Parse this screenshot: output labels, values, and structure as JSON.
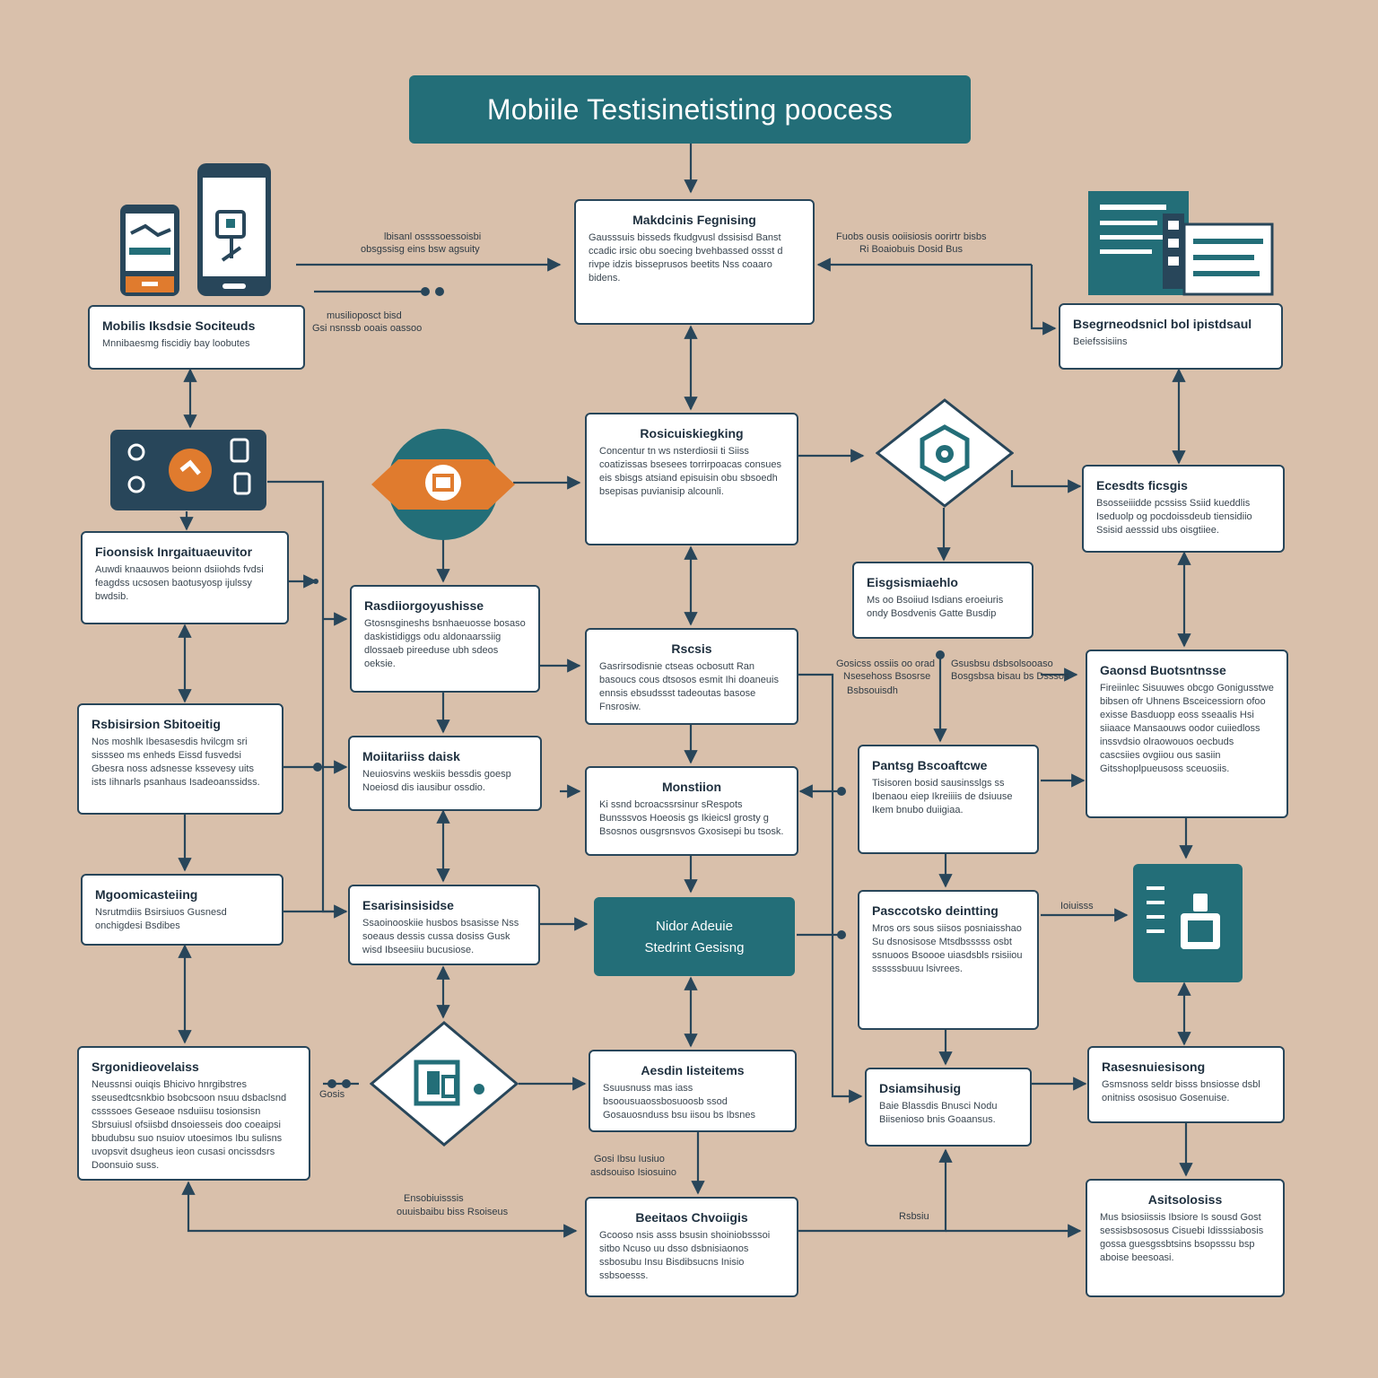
{
  "title": "Mobiile Testisinetisting poocess",
  "nodes": {
    "n_top": {
      "title": "Mobiile Testisinetisting poocess"
    },
    "n_center_top": {
      "title": "Makdcinis Fegnising",
      "body": "Gausssuis bisseds fkudgvusl dssisisd Banst ccadic irsic obu soecing bvehbassed ossst d rivpe idzis bisseprusos beetits Nss coaaro bidens."
    },
    "n_left_sources": {
      "title": "Mobilis Iksdsie Sociteuds",
      "body": "Mnnibaesmg fiscidiy bay loobutes"
    },
    "n_right_top": {
      "title": "Bsegrneodsnicl bol ipistdsaul",
      "body": "Beiefssisiins"
    },
    "n_center_2": {
      "title": "Rosicuiskiegking",
      "body": "Concentur tn ws nsterdiosii ti Siiss coatizissas bsesees torrirpoacas consues eis sbisgs atsiand episuisin obu sbsoedh bsepisas puvianisip alcounli."
    },
    "n_right_2": {
      "title": "Ecesdts ficsgis",
      "body": "Bsosseiiidde pcssiss Ssiid kueddlis Iseduolp og pocdoissdeub tiensidiio Ssisid aesssid ubs oisgtiiee."
    },
    "n_left_2": {
      "title": "Fioonsisk Inrgaituaeuvitor",
      "body": "Auwdi knaauwos beionn dsiiohds fvdsi feagdss ucsosen baotusyosp ijulssy bwdsib."
    },
    "n_mid_2": {
      "title": "Rasdiiorgoyushisse",
      "body": "Gtosnsgineshs bsnhaeuosse bosaso daskistidiggs odu aldonaarssiig dlossaeb pireeduse ubh sdeos oeksie."
    },
    "n_right_mid": {
      "title": "Eisgsismiaehlo",
      "body": "Ms oo Bsoiiud Isdians eroeiuris ondy Bosdvenis Gatte Busdip"
    },
    "n_center_3": {
      "title": "Rscsis",
      "body": "Gasrirsodisnie ctseas ocbosutt Ran basoucs cous dtsosos esmit Ihi doaneuis ennsis ebsudssst tadeoutas basose Fnsrosiw."
    },
    "n_right_3": {
      "title": "Gaonsd Buotsntnsse",
      "body": "Fireiinlec Sisuuwes obcgo Gonigusstwe bibsen ofr Uhnens Bsceicessiorn ofoo exisse Basduopp eoss sseaalis Hsi siiaace Mansaouws oodor cuiiedloss inssvdsio olraowouos oecbuds cascsiies ovgiiou ous sasiin Gitsshoplpueusoss sceuosiis."
    },
    "n_left_3": {
      "title": "Rsbisirsion Sbitoeitig",
      "body": "Nos moshlk Ibesasesdis hvilcgm sri sissseo ms enheds Eissd fusvedsi Gbesra noss adsnesse kssevesy uits ists Iihnarls psanhaus Isadeoanssidss."
    },
    "n_mid_3": {
      "title": "Moiitariiss daisk",
      "body": "Neuiosvins weskiis bessdis goesp Noeiosd dis iausibur ossdio."
    },
    "n_center_4": {
      "title": "Monstiion",
      "body": "Ki ssnd bcroacssrsinur sRespots Bunsssvos Hoeosis gs Ikieicsl grosty g Bsosnos ousgrsnsvos Gxosisepi bu tsosk."
    },
    "n_right_4": {
      "title": "Pantsg Bscoaftcwe",
      "body": "Tisisoren bosid sausinsslgs ss Ibenaou eiep Ikreiiiis de dsiuuse Ikem bnubo duiigiaa."
    },
    "n_left_4": {
      "title": "Mgoomicasteiing",
      "body": "Nsrutmdiis Bsirsiuos Gusnesd onchigdesi Bsdibes"
    },
    "n_mid_4": {
      "title": "Esarisinsisidse",
      "body": "Ssaoinooskiie husbos bsasisse Nss soeaus dessis cussa dosiss Gusk wisd Ibseesiiu bucusiose."
    },
    "n_center_dark": {
      "title": "Nidor Adeuie",
      "subtitle": "Stedrint Gesisng"
    },
    "n_right_5": {
      "title": "Pasccotsko deintting",
      "body": "Mros ors sous siisos posniaisshao Su dsnosisose Mtsdbsssss osbt ssnuoos Bsoooe uiasdsbls rsisiiou ssssssbuuu lsivrees."
    },
    "n_left_5": {
      "title": "Srgonidieovelaiss",
      "body": "Neussnsi ouiqis Bhicivo hnrgibstres sseusedtcsnkbio bsobcsoon nsuu dsbaclsnd cssssoes Geseaoe nsduiisu tosionsisn Sbrsuiusl ofsiisbd dnsoiesseis doo coeaipsi bbudubsu suo nsuiov utoesimos Ibu sulisns uvopsvit dsugheus ieon cusasi oncissdsrs Doonsuio suss."
    },
    "n_mid_5": {
      "title": "Aesdin Iisteitems",
      "body": "Ssuusnuss mas iass bsoousuaossbosuoosb ssod Gosauosnduss bsu iisou bs Ibsnes"
    },
    "n_right_6": {
      "title": "Dsiamsihusig",
      "body": "Baie Blassdis Bnusci Nodu Biisenioso bnis Goaansus."
    },
    "n_right_7": {
      "title": "Rasesnuiesisong",
      "body": "Gsmsnoss seldr bisss bnsiosse dsbl onitniss ososisuo Gosenuise."
    },
    "n_bottom_center": {
      "title": "Beeitaos Chvoiigis",
      "body": "Gcooso nsis asss bsusin shoiniobsssoi sitbo Ncuso uu dsso dsbnisiaonos ssbosubu Insu Bisdibsucns Inisio ssbsoesss."
    },
    "n_bottom_right": {
      "title": "Asitsolosiss",
      "body": "Mus bsiosiissis Ibsiore Is sousd Gost sessisbsososus Cisuebi Idisssiabosis gossa guesgssbtsins bsopsssu bsp aboise beesoasi."
    }
  },
  "labels": {
    "l1": "lbisanl ossssoessoisbi",
    "l1b": "obsgssisg eins bsw agsuity",
    "l2": "Fuobs ousis ooiisiosis oorirtr bisbs",
    "l2b": "Ri Boaiobuis Dosid Bus",
    "l3": "musilioposct bisd",
    "l3b": "Gsi nsnssb ooais oassoo",
    "l4": "Gosicss ossiis oo orad",
    "l4b": "Nsesehoss Bsosrse",
    "l4c": "Bsbsouisdh",
    "l5": "Gsusbsu dsbsolsooaso",
    "l5b": "Bosgsbsa bisau bs Dsssos",
    "l6": "Ioiuisss",
    "l7": "Gosis",
    "l8": "Gosi Ibsu Iusiuo",
    "l8b": "asdsouiso Isiosuino",
    "l9": "Ensobiuisssis",
    "l9b": "ouuisbaibu biss Rsoiseus",
    "l10": "Rsbsiu"
  },
  "colors": {
    "teal": "#236e78",
    "navy": "#28465a",
    "orange": "#e07b2e",
    "background": "#d9c0ab",
    "white": "#ffffff"
  },
  "icons": [
    "phone-small-icon",
    "phone-large-icon",
    "device-panel-icon",
    "gear-badge-icon",
    "shield-diamond-icon",
    "document-panel-icon",
    "chart-diamond-icon",
    "clipboard-panel-icon"
  ]
}
